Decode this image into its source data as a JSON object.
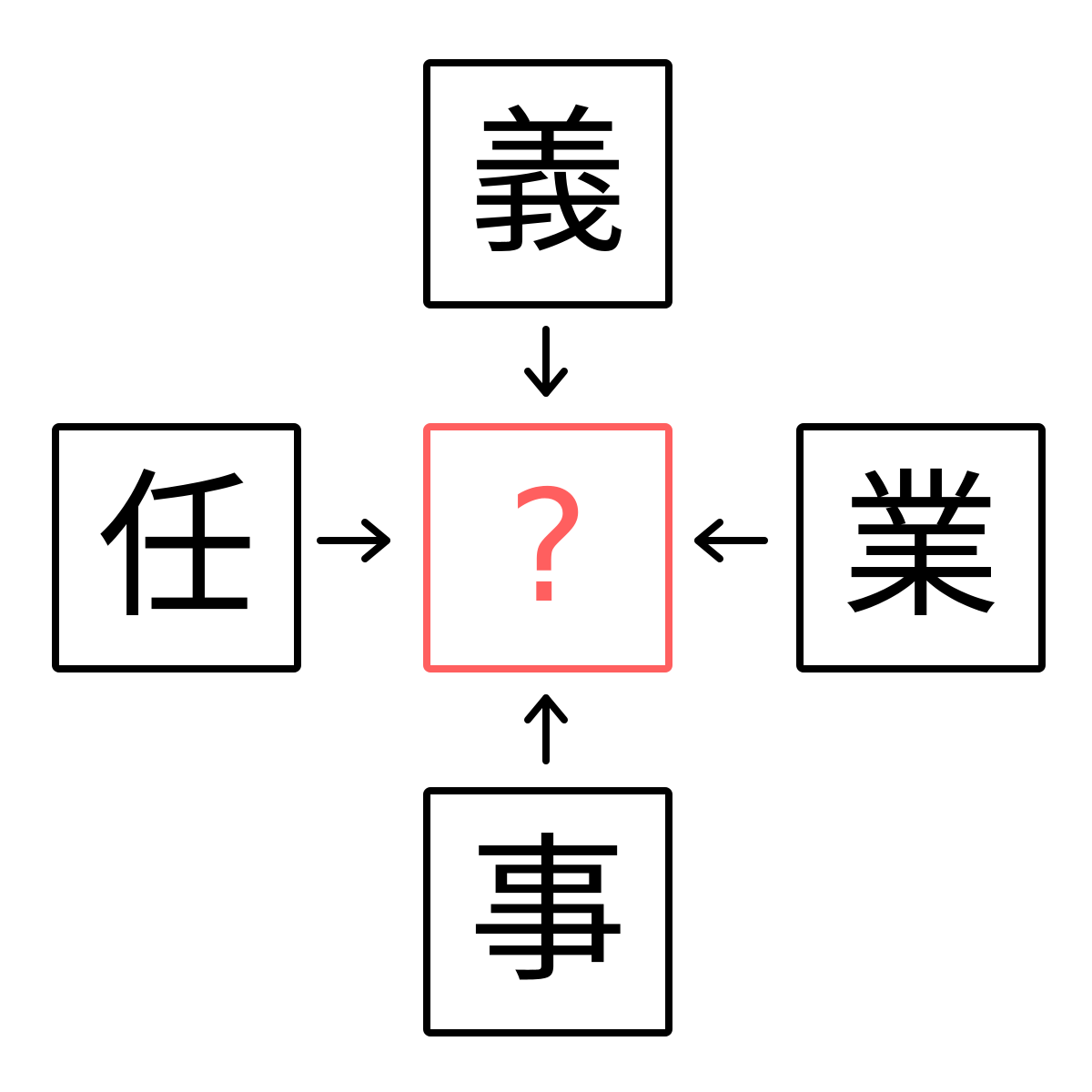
{
  "puzzle": {
    "top": "義",
    "left": "任",
    "right": "業",
    "bottom": "事",
    "center": "?"
  },
  "colors": {
    "answer": "#FF5F5F",
    "border": "#000000"
  }
}
